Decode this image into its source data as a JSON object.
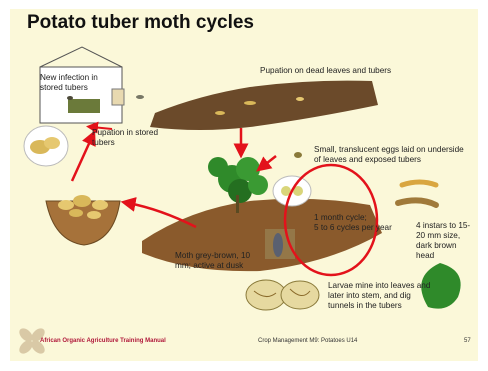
{
  "title": "Potato tuber moth cycles",
  "labels": {
    "new_infection": "New infection in stored tubers",
    "pupation_stored": "Pupation in stored tubers",
    "pupation_dead": "Pupation on dead leaves and tubers",
    "eggs": "Small, translucent eggs laid on underside of leaves and exposed tubers",
    "cycle_line1": "1 month cycle;",
    "cycle_line2": "5 to 6 cycles per year",
    "instars": "4 instars to 15-20 mm size, dark brown head",
    "moth": "Moth grey-brown, 10 mm; active at dusk",
    "larvae": "Larvae mine into leaves and later into stem, and dig tunnels in the tubers"
  },
  "footer": {
    "brand": "African Organic Agriculture Training Manual",
    "module": "Crop Management M9: Potatoes U14",
    "page": "57"
  },
  "colors": {
    "slide_bg": "#fbf8d9",
    "arrow": "#e3121b",
    "soil": "#8a5a2c",
    "leaf": "#2f8a2a",
    "potato": "#d9b85a"
  }
}
